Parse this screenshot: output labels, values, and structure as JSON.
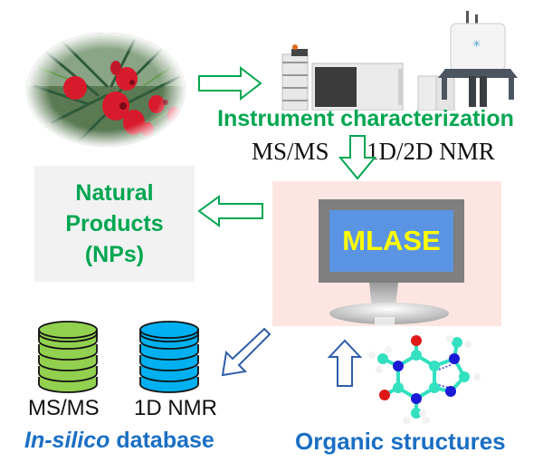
{
  "plant_photo": {
    "subject": "yew branch with red arils",
    "icon": "plant-photo"
  },
  "instruments": {
    "items": [
      "HPLC stack",
      "mass spectrometer",
      "NMR spectrometer"
    ]
  },
  "labels": {
    "instrument_characterization": "Instrument characterization",
    "msms_top": "MS/MS",
    "nmr_top": "1D/2D NMR",
    "np_line1": "Natural",
    "np_line2": "Products",
    "np_line3": "(NPs)",
    "mlase": "MLASE",
    "db_msms": "MS/MS",
    "db_nmr": "1D NMR",
    "db_title_italic": "In-silico",
    "db_title_rest": " database",
    "organic_structures": "Organic structures"
  },
  "colors": {
    "green": "#00a651",
    "blue_text": "#1a6fc4",
    "arrow_blue": "#2e5ea8",
    "mlase_bg": "#fde6e1",
    "screen": "#5b94e3",
    "frame": "#7f7f7f",
    "mlase_text": "#ffff00",
    "db_green": "#92d050",
    "db_blue": "#00b0f0",
    "np_box": "#f2f2f2"
  },
  "arrows": [
    {
      "name": "plant-to-instruments",
      "direction": "right",
      "color": "green"
    },
    {
      "name": "instruments-to-mlase",
      "direction": "down",
      "color": "green"
    },
    {
      "name": "mlase-to-np",
      "direction": "left",
      "color": "green"
    },
    {
      "name": "mlase-to-database",
      "direction": "down-left",
      "color": "blue"
    },
    {
      "name": "structures-to-mlase",
      "direction": "up",
      "color": "blue"
    }
  ]
}
